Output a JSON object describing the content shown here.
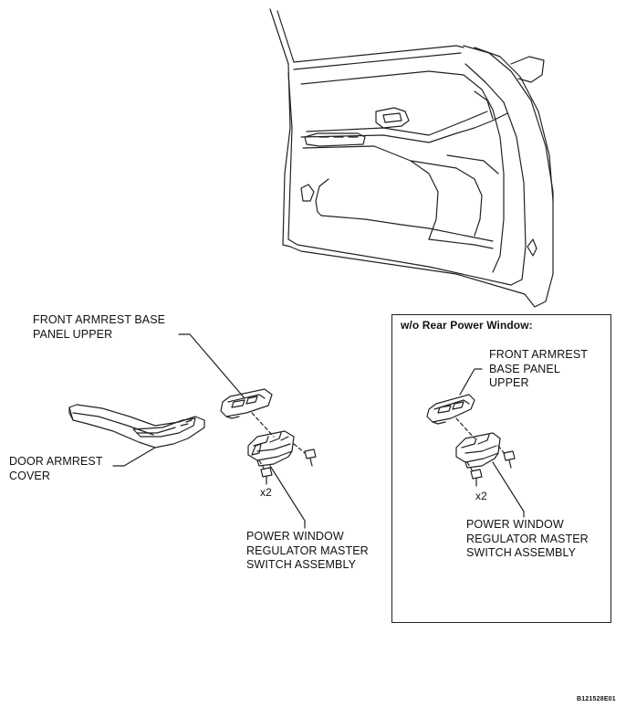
{
  "diagram": {
    "labels": {
      "front_armrest_base_panel_upper": [
        "FRONT ARMREST BASE",
        "PANEL UPPER"
      ],
      "door_armrest_cover": [
        "DOOR ARMREST",
        "COVER"
      ],
      "power_window_switch": [
        "POWER WINDOW",
        "REGULATOR MASTER",
        "SWITCH ASSEMBLY"
      ],
      "screw_count": "x2"
    },
    "inset": {
      "title": "w/o Rear Power Window:",
      "front_armrest_base_panel_upper": [
        "FRONT ARMREST",
        "BASE PANEL",
        "UPPER"
      ],
      "screw_count": "x2",
      "power_window_switch": [
        "POWER WINDOW",
        "REGULATOR MASTER",
        "SWITCH ASSEMBLY"
      ]
    },
    "figure_code": "B121528E01",
    "line_color": "#222222"
  }
}
